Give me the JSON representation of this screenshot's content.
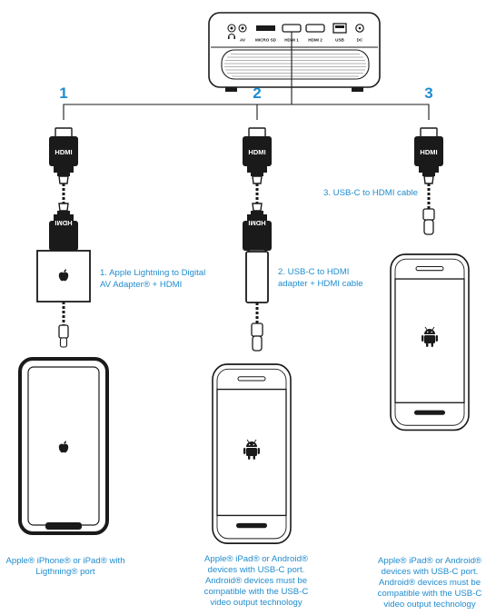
{
  "steps": [
    "1",
    "2",
    "3"
  ],
  "projector": {
    "ports": [
      "AV",
      "MICRO SD",
      "HDMI 1",
      "HDMI 2",
      "USB",
      "DC"
    ]
  },
  "connector_label": "HDMI",
  "adapters": {
    "lightning_line1": "1. Apple Lightning to Digital",
    "lightning_line2": "AV Adapter® + HDMI",
    "usbc_line1": "2. USB-C to HDMI",
    "usbc_line2": "adapter + HDMI cable",
    "cable": "3. USB-C to HDMI cable"
  },
  "captions": {
    "col1": [
      "Apple® iPhone® or iPad® with",
      "Ligthning® port"
    ],
    "col2": [
      "Apple® iPad® or Android®",
      "devices with USB-C port.",
      "Android® devices must be",
      "compatible with the USB-C",
      "video output technology"
    ],
    "col3": [
      "Apple® iPad® or Android®",
      "devices with USB-C port.",
      "Android® devices must be",
      "compatible with the USB-C",
      "video output technology"
    ]
  },
  "colors": {
    "accent": "#1f8ccf",
    "line": "#1a1a1a"
  }
}
